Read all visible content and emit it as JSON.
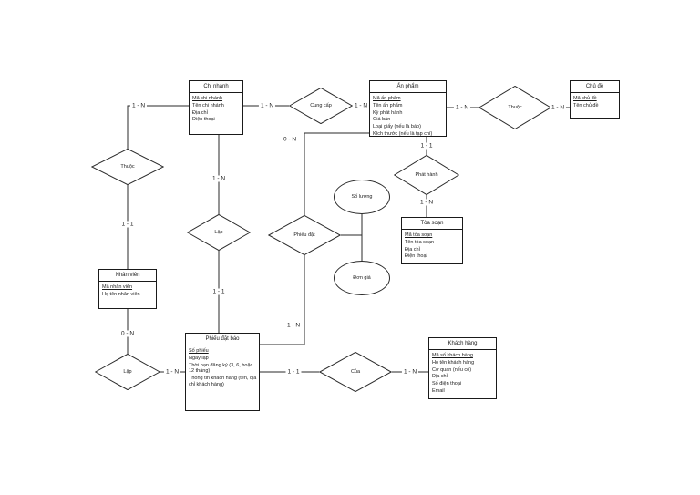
{
  "entities": {
    "chi_nhanh": {
      "title": "Chi nhánh",
      "attributes": [
        "Mã chi nhánh",
        "Tên chi nhánh",
        "Địa chỉ",
        "Điện thoại"
      ]
    },
    "an_pham": {
      "title": "Ấn phẩm",
      "attributes": [
        "Mã ấn phẩm",
        "Tên ấn phẩm",
        "Kỳ phát hành",
        "Giá bán",
        "Loại giấy (nếu là báo)",
        "Kích thước (nếu là tạp chí)"
      ]
    },
    "chu_de": {
      "title": "Chủ đề",
      "attributes": [
        "Mã chủ đề",
        "Tên chủ đề"
      ]
    },
    "nhan_vien": {
      "title": "Nhân viên",
      "attributes": [
        "Mã nhân viên",
        "Họ tên nhân viên"
      ]
    },
    "toa_soan": {
      "title": "Tòa soạn",
      "attributes": [
        "Mã tòa soạn",
        "Tên tòa soạn",
        "Địa chỉ",
        "Điện thoại"
      ]
    },
    "phieu_dat_bao": {
      "title": "Phiếu đặt báo",
      "attributes": [
        "Số phiếu",
        "Ngày lập",
        "Thời hạn đăng ký (3, 6, hoặc 12 tháng)",
        "Thông tin khách hàng (tên, địa chỉ khách hàng)"
      ]
    },
    "khach_hang": {
      "title": "Khách hàng",
      "attributes": [
        "Mã số khách hàng",
        "Họ tên khách hàng",
        "Cơ quan (nếu có)",
        "Địa chỉ",
        "Số điện thoại",
        "Email"
      ]
    }
  },
  "relationships": {
    "cung_cap": "Cung cấp",
    "thuoc_right": "Thuộc",
    "thuoc_left": "Thuộc",
    "lap_mid": "Lập",
    "phieu_dat": "Phiếu đặt",
    "phat_hanh": "Phát hành",
    "lap_bottom": "Lập",
    "cua": "Của"
  },
  "attribute_ovals": {
    "so_luong": "Số lượng",
    "don_gia": "Đơn giá"
  },
  "cardinalities": {
    "chi_nhanh__cung_cap": "1 - N",
    "cung_cap__an_pham": "1 - N",
    "an_pham__thuoc": "1 - N",
    "thuoc__chu_de": "1 - N",
    "chi_nhanh__thuoc_left": "1 - N",
    "thuoc_left__nhan_vien": "1 - 1",
    "chi_nhanh__lap": "1 - N",
    "lap__phieu_dat_bao": "1 - 1",
    "nhan_vien__lap_bottom": "0 - N",
    "lap_bottom__phieu_dat_bao": "1 - N",
    "an_pham__phieu_dat": "0 - N",
    "phieu_dat__phieu_dat_bao": "1 - N",
    "an_pham__phat_hanh": "1 - 1",
    "phat_hanh__toa_soan": "1 - N",
    "phieu_dat_bao__cua": "1 - 1",
    "cua__khach_hang": "1 - N"
  },
  "colors": {
    "line": "#2a2a2a",
    "shape_border": "#1a1a1a",
    "background": "#ffffff",
    "text": "#1a1a1a"
  }
}
